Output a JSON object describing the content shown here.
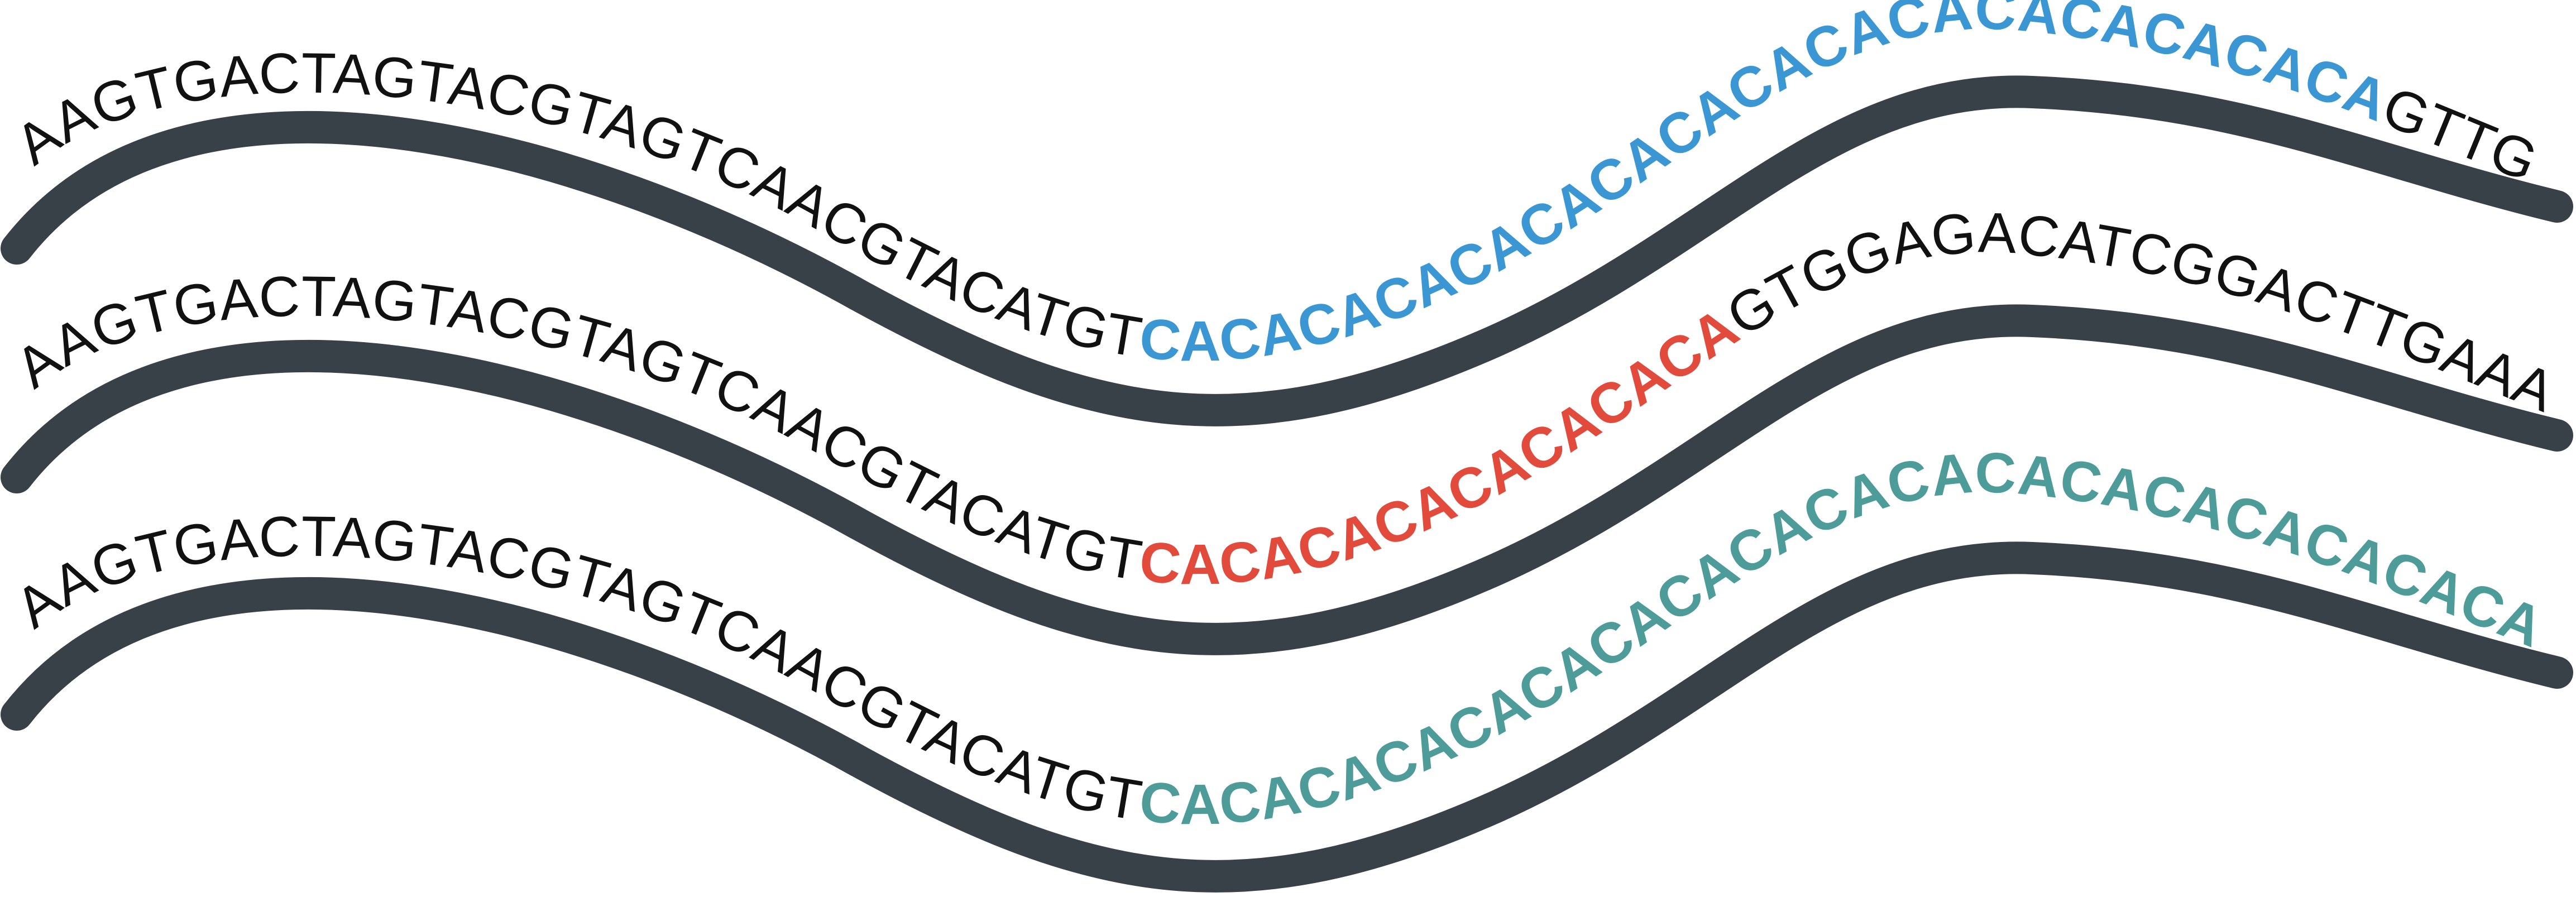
{
  "colors": {
    "background": "#ffffff",
    "strand": "#394148",
    "text": "#111111"
  },
  "strands": [
    {
      "prefix": "AAGTGACTAGTACGTAGTCAACGTACATGT",
      "repeat": "CACACACACACACACACACACACACACACACA",
      "suffix": "GTTGGAGACATCGG",
      "repeat_color": "#3A97D4"
    },
    {
      "prefix": "AAGTGACTAGTACGTAGTCAACGTACATGT",
      "repeat": "CACACACACACACACA",
      "suffix": "GTGGAGACATCGGACTTGAAACTGC",
      "repeat_color": "#E24A3B"
    },
    {
      "prefix": "AAGTGACTAGTACGTAGTCAACGTACATGT",
      "repeat": "CACACACACACACACACACACACACACACACACACACACACACACACA",
      "suffix": "",
      "repeat_color": "#4E9C9A"
    }
  ]
}
